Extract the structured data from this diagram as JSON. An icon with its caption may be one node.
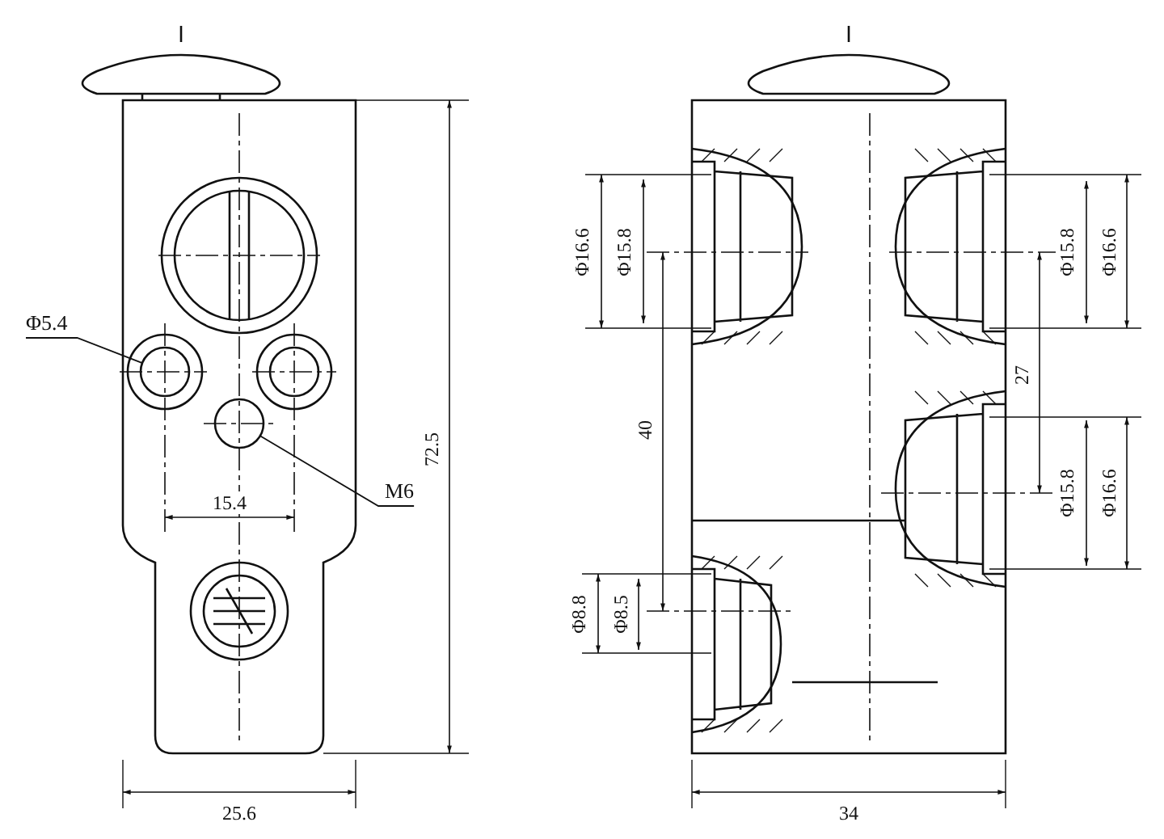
{
  "diagram": {
    "nodes": [
      {
        "text": [
          "Φ5.4"
        ]
      },
      {
        "text": [],
        "shape": "circle"
      },
      {
        "text": [
          "M6"
        ]
      },
      {
        "text": [],
        "shape": "circle"
      }
    ],
    "edges": [
      {
        "from": 0,
        "to": 1,
        "arrow": "none"
      },
      {
        "from": 2,
        "to": 3,
        "arrow": "none"
      }
    ],
    "labels": [
      "15.4",
      "72.5",
      "25.6",
      "Φ16.6",
      "Φ15.8",
      "Φ15.8",
      "Φ16.6",
      "27",
      "40",
      "Φ15.8",
      "Φ16.6",
      "Φ8.8",
      "Φ8.5",
      "34"
    ]
  }
}
